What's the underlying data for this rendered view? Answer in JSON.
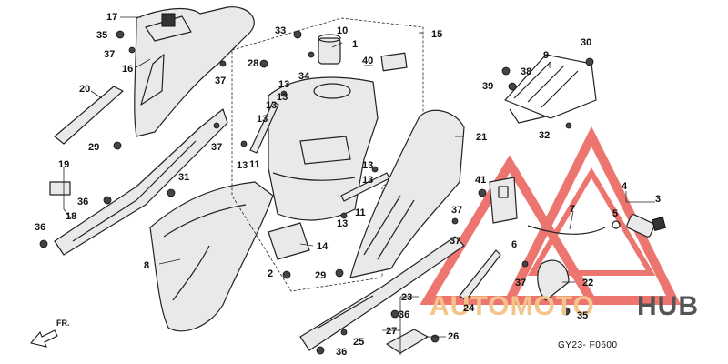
{
  "diagram": {
    "code": "GY23-  F0600",
    "direction_label": "FR.",
    "watermark": {
      "part1": "AUTOMOTO",
      "part2": "HUB",
      "colors": {
        "logo_red": "#e8483f",
        "auto_orange": "#f3c58a",
        "hub_gray": "#555555"
      }
    },
    "callouts": {
      "c1": "1",
      "c2": "2",
      "c3": "3",
      "c4": "4",
      "c5": "5",
      "c6": "6",
      "c7": "7",
      "c8": "8",
      "c9": "9",
      "c10": "10",
      "c11": "11",
      "c13": "13",
      "c14": "14",
      "c15": "15",
      "c16": "16",
      "c17": "17",
      "c18": "18",
      "c19": "19",
      "c20": "20",
      "c21": "21",
      "c22": "22",
      "c23": "23",
      "c24": "24",
      "c25": "25",
      "c26": "26",
      "c27": "27",
      "c28": "28",
      "c29": "29",
      "c30": "30",
      "c31": "31",
      "c32": "32",
      "c33": "33",
      "c34": "34",
      "c35": "35",
      "c36": "36",
      "c37": "37",
      "c38": "38",
      "c39": "39",
      "c40": "40",
      "c41": "41"
    }
  }
}
